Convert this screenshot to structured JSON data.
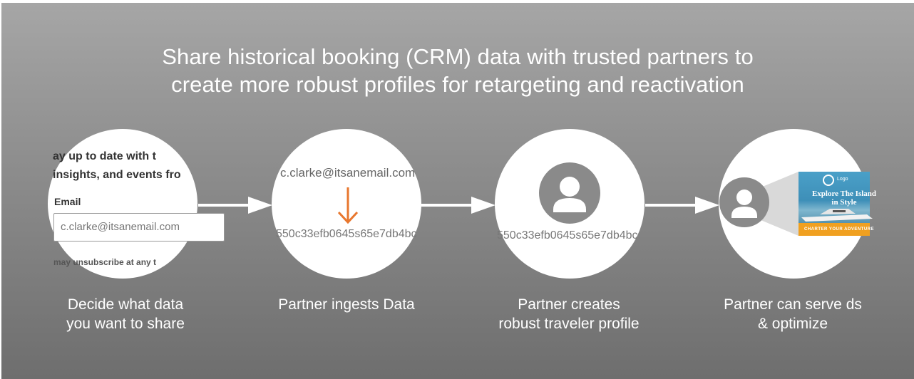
{
  "headline": {
    "line1": "Share historical booking (CRM) data with trusted partners to",
    "line2": "create more robust profiles for retargeting and reactivation"
  },
  "steps": [
    {
      "caption_line1": "Decide what data",
      "caption_line2": "you want to share",
      "form": {
        "title_line1": "ay up to date with t",
        "title_line2": "insights, and events fro",
        "email_label": "Email",
        "email_value": "c.clarke@itsanemail.com",
        "note": "may unsubscribe at any t"
      }
    },
    {
      "caption_line1": "Partner ingests Data",
      "email": "c.clarke@itsanemail.com",
      "hash": "550c33efb0645s65e7db4bc"
    },
    {
      "caption_line1": "Partner creates",
      "caption_line2": "robust traveler profile",
      "hash": "550c33efb0645s65e7db4bc"
    },
    {
      "caption_line1": "Partner can serve ds",
      "caption_line2": "& optimize",
      "ad": {
        "headline_line1": "Explore The Island",
        "headline_line2": "in Style",
        "brand": "Logo",
        "cta": "CHARTER YOUR ADVENTURE"
      }
    }
  ],
  "colors": {
    "accent_arrow": "#e8772e",
    "avatar_gray": "#8a8a8a"
  }
}
